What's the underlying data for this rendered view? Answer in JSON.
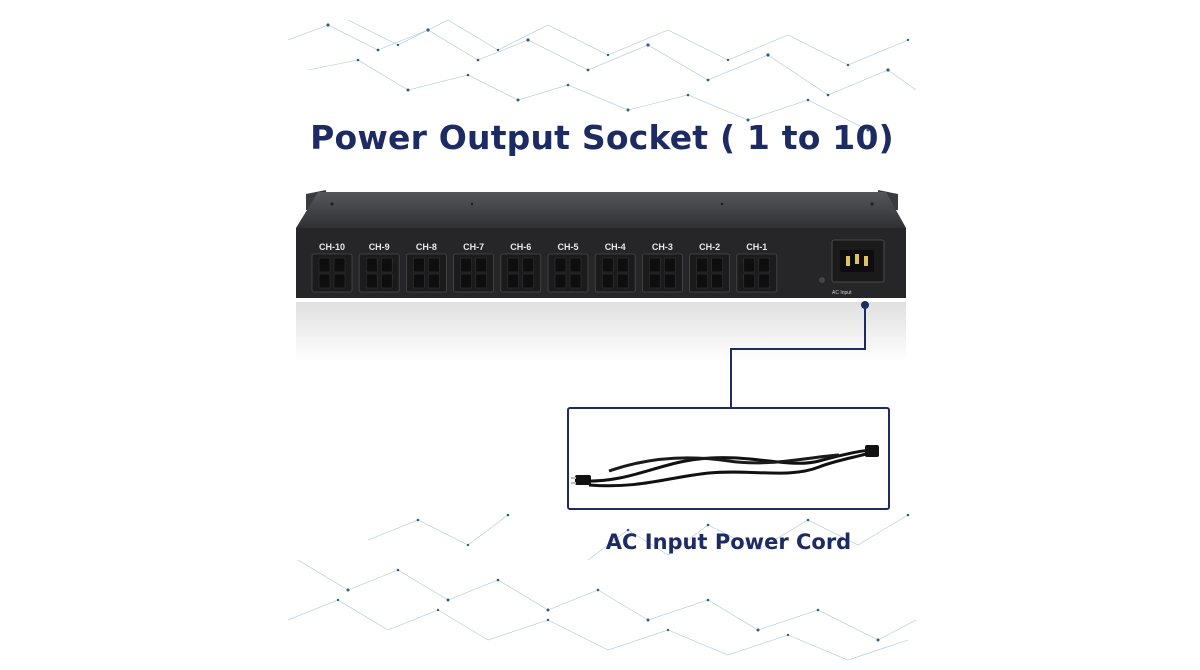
{
  "heading": "Power Output Socket ( 1 to 10)",
  "caption": "AC Input Power Cord",
  "outlets": [
    "CH-10",
    "CH-9",
    "CH-8",
    "CH-7",
    "CH-6",
    "CH-5",
    "CH-4",
    "CH-3",
    "CH-2",
    "CH-1"
  ],
  "inlet_label": "AC Input",
  "colors": {
    "accent": "#1d2b63",
    "device": "#2a2a2c",
    "network": "#2f5f8a"
  }
}
